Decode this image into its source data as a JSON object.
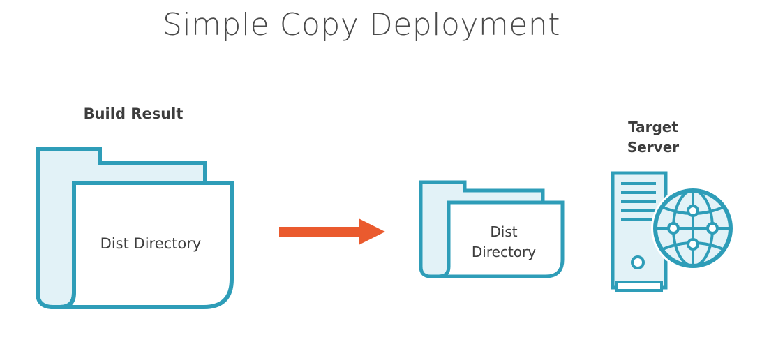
{
  "title": "Simple Copy Deployment",
  "build_result": {
    "label": "Build Result",
    "folder_label": "Dist Directory"
  },
  "target": {
    "folder_label_line1": "Dist",
    "folder_label_line2": "Directory",
    "server_label_line1": "Target",
    "server_label_line2": "Server"
  },
  "colors": {
    "teal": "#2e9db8",
    "light_fill": "#e2f2f7",
    "arrow": "#ea5a2e",
    "text": "#3d3d3d"
  },
  "icons": [
    "folder-icon",
    "folder-icon",
    "right-arrow-icon",
    "server-icon",
    "globe-icon"
  ]
}
